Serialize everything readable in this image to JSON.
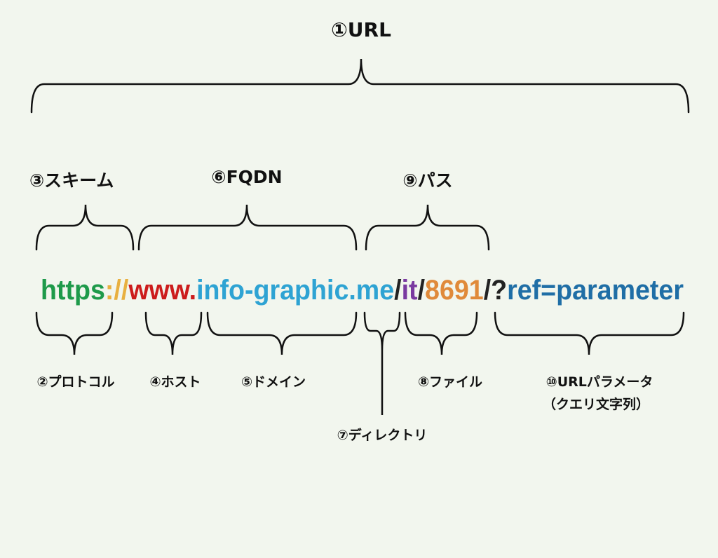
{
  "title": "①URL",
  "top_labels": {
    "scheme": "③スキーム",
    "fqdn": "⑥FQDN",
    "path": "⑨パス"
  },
  "url_parts": [
    {
      "text": "https",
      "color": "#1e9a4a"
    },
    {
      "text": "://",
      "color": "#e8b040"
    },
    {
      "text": "www.",
      "color": "#cc1c1c"
    },
    {
      "text": "info-graphic.me",
      "color": "#2ea3d3"
    },
    {
      "text": "/",
      "color": "#222222"
    },
    {
      "text": "it",
      "color": "#7a3aa0"
    },
    {
      "text": "/",
      "color": "#222222"
    },
    {
      "text": "8691",
      "color": "#e08a3a"
    },
    {
      "text": "/?",
      "color": "#222222"
    },
    {
      "text": "ref=parameter",
      "color": "#1f6ea6"
    }
  ],
  "bottom_labels": {
    "protocol": "②プロトコル",
    "host": "④ホスト",
    "domain": "⑤ドメイン",
    "directory": "⑦ディレクトリ",
    "file": "⑧ファイル",
    "param_line1": "⑩URLパラメータ",
    "param_line2": "（クエリ文字列）"
  }
}
